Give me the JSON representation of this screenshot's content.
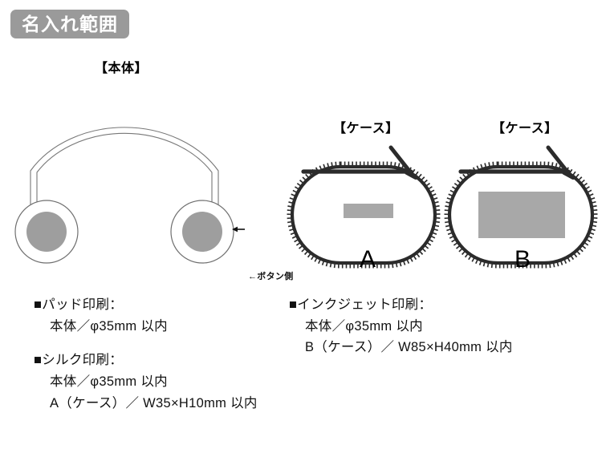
{
  "header": {
    "badge_label": "名入れ範囲",
    "badge_bg": "#9a9a9a",
    "badge_text_color": "#ffffff"
  },
  "diagram": {
    "body": {
      "label": "【本体】",
      "callout": "←ボタン側",
      "outline_color": "#6f6f6f",
      "print_area_color": "#9e9e9e"
    },
    "case_a": {
      "label": "【ケース】",
      "area_letter": "A",
      "area_fill": "#a8a8a8",
      "zipper_color": "#2b2b2b"
    },
    "case_b": {
      "label": "【ケース】",
      "area_letter": "B",
      "area_fill": "#a8a8a8",
      "zipper_color": "#2b2b2b"
    }
  },
  "specs": {
    "left": [
      {
        "heading": "■パッド印刷：",
        "lines": [
          "本体／φ35mm 以内"
        ]
      },
      {
        "heading": "■シルク印刷：",
        "lines": [
          "本体／φ35mm 以内",
          "A（ケース）／ W35×H10mm 以内"
        ]
      }
    ],
    "right": [
      {
        "heading": "■インクジェット印刷：",
        "lines": [
          "本体／φ35mm 以内",
          "B（ケース）／ W85×H40mm 以内"
        ]
      }
    ]
  }
}
